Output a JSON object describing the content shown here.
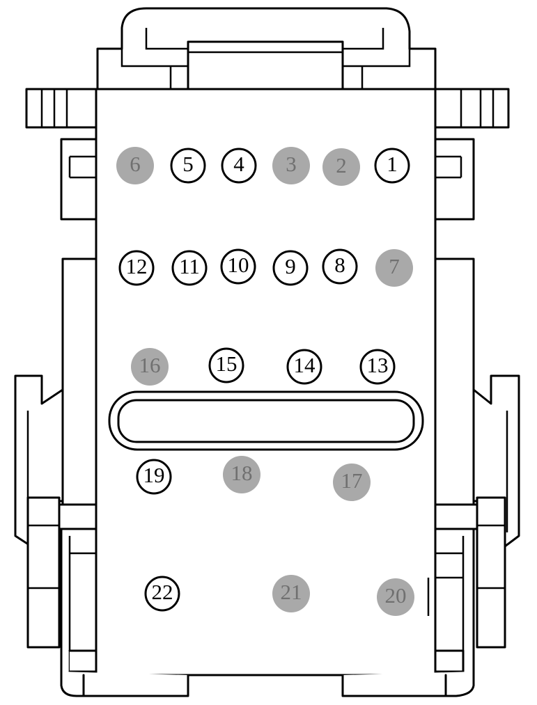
{
  "colors": {
    "line": "#000000",
    "active_fill": "#ffffff",
    "inactive_fill": "#a9a9a9",
    "inactive_text": "#707070"
  },
  "pins": [
    {
      "label": "1",
      "populated": true
    },
    {
      "label": "2",
      "populated": false
    },
    {
      "label": "3",
      "populated": false
    },
    {
      "label": "4",
      "populated": true
    },
    {
      "label": "5",
      "populated": true
    },
    {
      "label": "6",
      "populated": false
    },
    {
      "label": "7",
      "populated": false
    },
    {
      "label": "8",
      "populated": true
    },
    {
      "label": "9",
      "populated": true
    },
    {
      "label": "10",
      "populated": true
    },
    {
      "label": "11",
      "populated": true
    },
    {
      "label": "12",
      "populated": true
    },
    {
      "label": "13",
      "populated": true
    },
    {
      "label": "14",
      "populated": true
    },
    {
      "label": "15",
      "populated": true
    },
    {
      "label": "16",
      "populated": false
    },
    {
      "label": "17",
      "populated": false
    },
    {
      "label": "18",
      "populated": false
    },
    {
      "label": "19",
      "populated": true
    },
    {
      "label": "20",
      "populated": false
    },
    {
      "label": "21",
      "populated": false
    },
    {
      "label": "22",
      "populated": true
    }
  ]
}
